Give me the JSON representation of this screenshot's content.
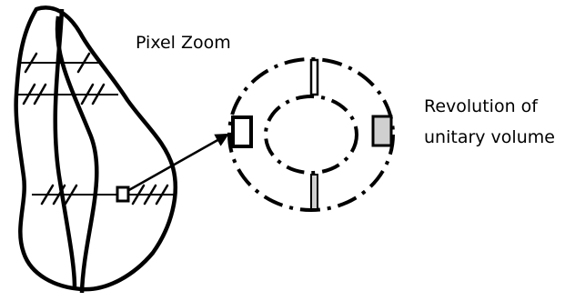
{
  "labels": {
    "pixel_zoom": "Pixel Zoom",
    "revolution_line1": "Revolution of",
    "revolution_line2": "unitary volume"
  },
  "colors": {
    "stroke": "#000000",
    "shaded_fill": "#d0d0d0",
    "background": "#ffffff"
  }
}
